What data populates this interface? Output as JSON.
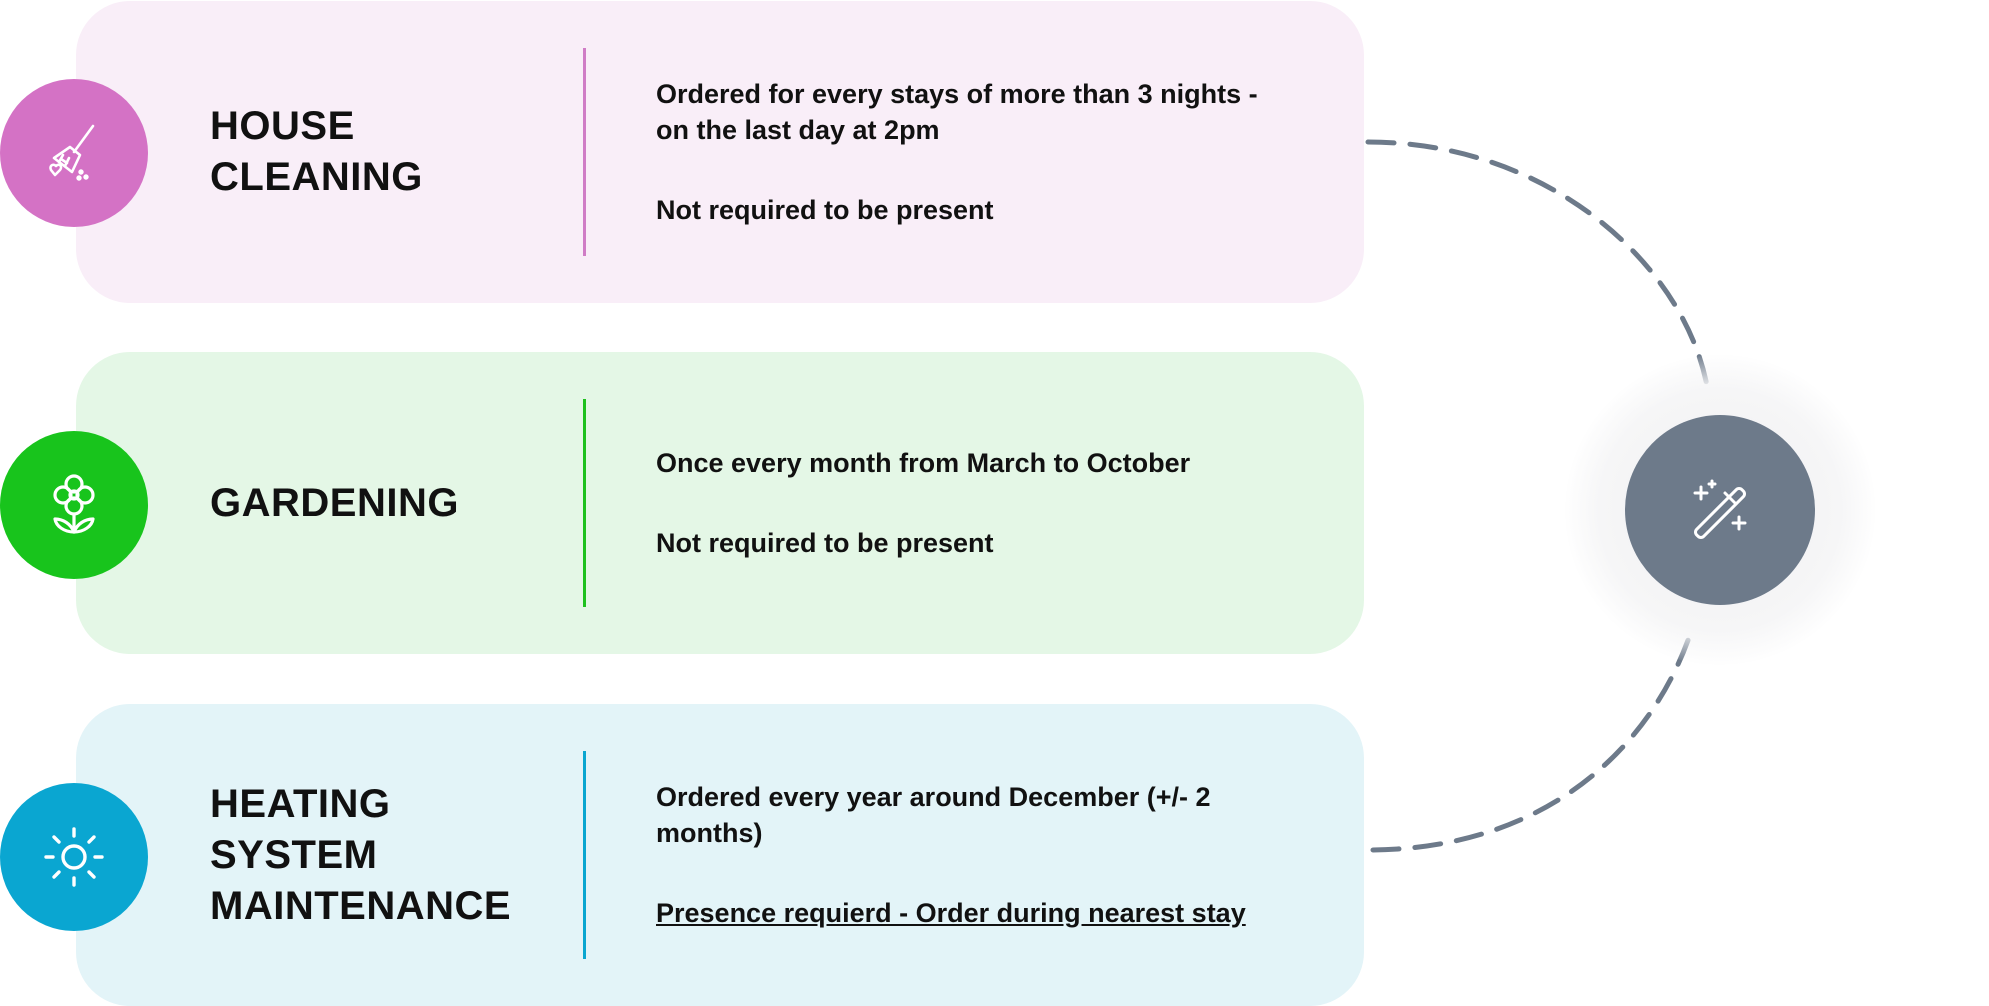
{
  "colors": {
    "cleaning_accent": "#d472c5",
    "cleaning_bg": "#f9eef8",
    "gardening_accent": "#18c41c",
    "gardening_bg": "#e4f7e6",
    "heating_accent": "#0aa6d1",
    "heating_bg": "#e3f4f8",
    "hub": "#6d7a8a",
    "connector": "#6d7a8a"
  },
  "hub": {
    "icon": "magic-wand-icon"
  },
  "services": [
    {
      "title_lines": [
        "HOUSE",
        "CLEANING"
      ],
      "icon": "broom-icon",
      "description": "Ordered for every stays of more than 3 nights - on the last day at 2pm",
      "presence": "Not required to be present"
    },
    {
      "title_lines": [
        "GARDENING"
      ],
      "icon": "flower-icon",
      "description": "Once every month from March to October",
      "presence": "Not required to be present"
    },
    {
      "title_lines": [
        "HEATING",
        "SYSTEM",
        "MAINTENANCE"
      ],
      "icon": "sun-icon",
      "description": "Ordered every year around December (+/- 2 months)",
      "presence": "Presence requierd - Order during nearest stay"
    }
  ]
}
